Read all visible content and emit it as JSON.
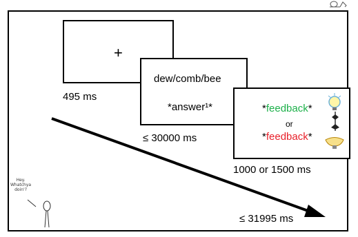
{
  "fixation": {
    "symbol": "+",
    "duration": "495 ms"
  },
  "word_screen": {
    "cue": "dew/comb/bee",
    "response": "*answer¹*",
    "duration": "≤ 30000 ms"
  },
  "feedback_screen": {
    "line1_pre": "*",
    "line1_word": "feedback",
    "line1_post": "*",
    "or": "or",
    "line2_pre": "*",
    "line2_word": "feedback",
    "line2_post": "*",
    "duration": "1000 or 1500 ms",
    "colors": {
      "correct": "#1db04a",
      "incorrect": "#e8202a"
    },
    "icons": [
      "lightbulb-icon",
      "wilted-flower-icon",
      "fallen-lightbulb-icon"
    ]
  },
  "timeline": {
    "total": "≤ 31995 ms"
  },
  "stick_figure": {
    "speech_line1": "Hey.",
    "speech_line2": "Whatchya",
    "speech_line3": "doin'?"
  }
}
